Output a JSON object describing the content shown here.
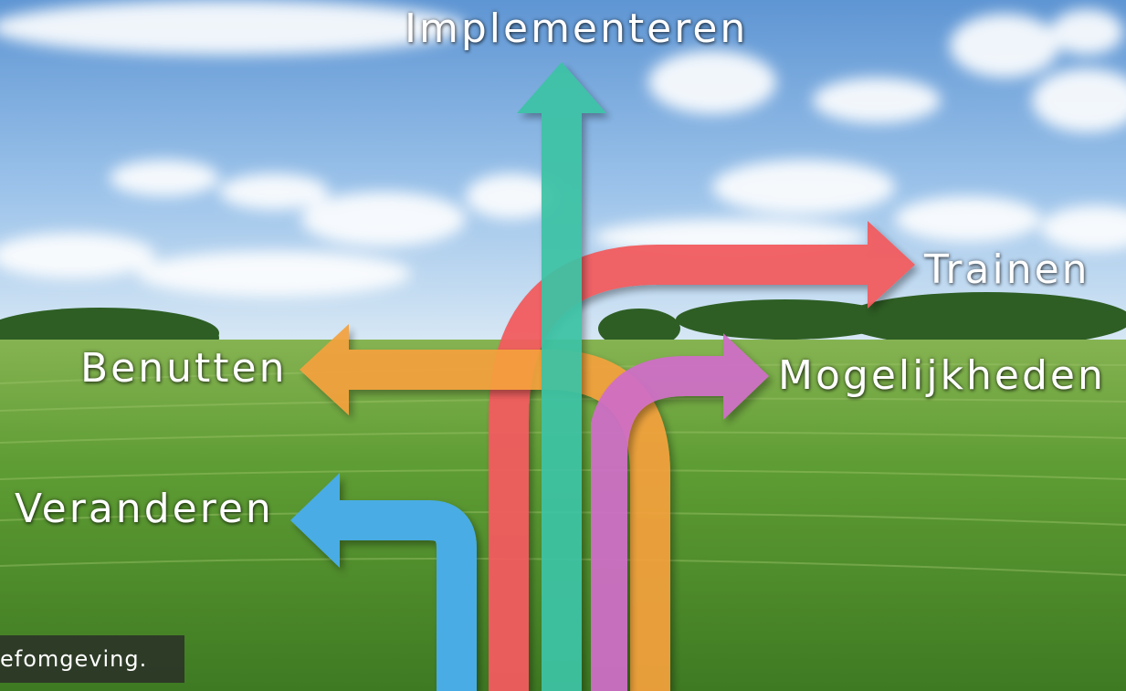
{
  "labels": {
    "implementeren": "Implementeren",
    "trainen": "Trainen",
    "benutten": "Benutten",
    "mogelijkheden": "Mogelijkheden",
    "veranderen": "Veranderen"
  },
  "caption": "efomgeving.",
  "colors": {
    "implementeren": "#3cc3a5",
    "trainen": "#f25c5e",
    "benutten": "#f5a13e",
    "mogelijkheden": "#d06ec8",
    "veranderen": "#49ace4",
    "sky_top": "#5e95d3",
    "field": "#5f9d34"
  }
}
